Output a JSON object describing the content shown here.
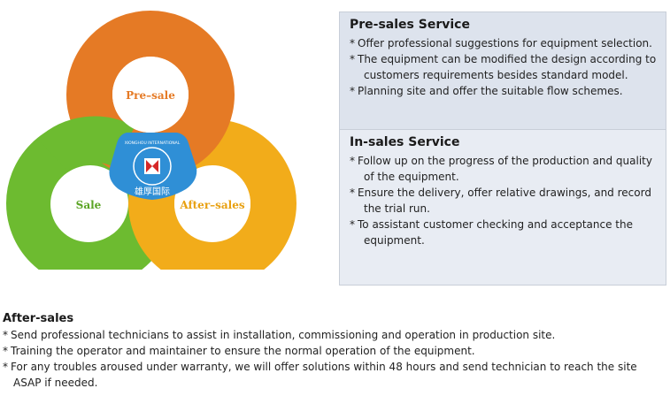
{
  "diagram": {
    "labels": {
      "pre_sale": "Pre–sale",
      "sale": "Sale",
      "after_sale": "After–sales"
    },
    "logo_text": "XIONGHOU INTERNATIONAL",
    "logo_cn": "雄厚国际",
    "colors": {
      "orange": "#e57a25",
      "green": "#6dbb30",
      "yellow": "#f2ac1a",
      "blue": "#2f8fd6"
    }
  },
  "pre_sales": {
    "title": "Pre-sales Service",
    "items": [
      "Offer professional suggestions for equipment selection.",
      "The equipment can be modified the design according to customers requirements besides standard model.",
      "Planning site and offer the suitable flow schemes."
    ]
  },
  "in_sales": {
    "title": "In-sales Service",
    "items": [
      "Follow up on the progress of the production and quality of the equipment.",
      "Ensure the delivery, offer relative drawings, and record the trial run.",
      "To assistant customer checking and acceptance the equipment."
    ]
  },
  "after_sales": {
    "title": "After-sales",
    "items": [
      "Send professional technicians to assist in installation, commissioning and operation in production site.",
      "Training the operator and maintainer to ensure the normal operation of the equipment.",
      "For any troubles aroused under warranty, we will offer solutions within 48 hours and send technician to reach the site ASAP if needed."
    ]
  },
  "bullet": "*"
}
